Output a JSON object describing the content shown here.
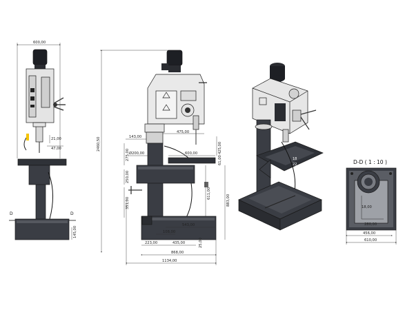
{
  "front_view": {
    "width_dim": "600,00",
    "dim_a": "21,00",
    "dim_b": "47,00",
    "dim_c": "145,00",
    "section_mark_left": "D",
    "section_mark_right": "D"
  },
  "side_view": {
    "overall_height": "2460,50",
    "dim_143": "143,00",
    "dim_475": "475,00",
    "dim_425": "425,00",
    "dim_275": "275,00",
    "dim_d200": "Ø200,00",
    "dim_600": "600,00",
    "dim_61": "61,00",
    "dim_250": "250,00",
    "dim_611": "611,00",
    "dim_883": "883,00",
    "dim_351": "351,00",
    "dim_543": "543,00",
    "dim_108": "108,00",
    "dim_223": "223,00",
    "dim_435": "435,00",
    "dim_25": "25,00",
    "dim_868": "868,00",
    "dim_1134": "1134,00"
  },
  "iso_view": {
    "table_mark_1": "18",
    "table_mark_2": "22"
  },
  "section_view": {
    "title": "D-D  ( 1 : 10 )",
    "dim_18": "18,00",
    "dim_280": "280,00",
    "dim_456": "456,00",
    "dim_610": "610,00"
  },
  "colors": {
    "casting_light": "#e4e4e4",
    "casting_dark": "#3a3d44",
    "motor": "#1d1f24",
    "dimension_line": "#333333"
  }
}
